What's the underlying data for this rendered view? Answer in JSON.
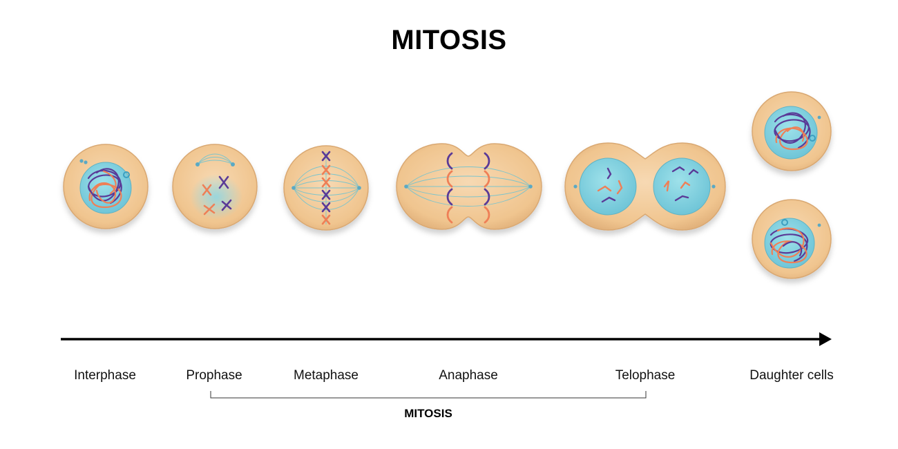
{
  "title": "MITOSIS",
  "stages": [
    {
      "id": "interphase",
      "label": "Interphase"
    },
    {
      "id": "prophase",
      "label": "Prophase"
    },
    {
      "id": "metaphase",
      "label": "Metaphase"
    },
    {
      "id": "anaphase",
      "label": "Anaphase"
    },
    {
      "id": "telophase",
      "label": "Telophase"
    },
    {
      "id": "daughter-cells",
      "label": "Daughter cells"
    }
  ],
  "bracket_label": "MITOSIS",
  "colors": {
    "cytoplasm": "#f2c999",
    "cell_edge": "#dcae78",
    "nucleus": "#7ecfdf",
    "spindle": "#7cc4cc",
    "chromosome_purple": "#5a3a97",
    "chromosome_orange": "#ef7f56",
    "arrow": "#000000"
  }
}
